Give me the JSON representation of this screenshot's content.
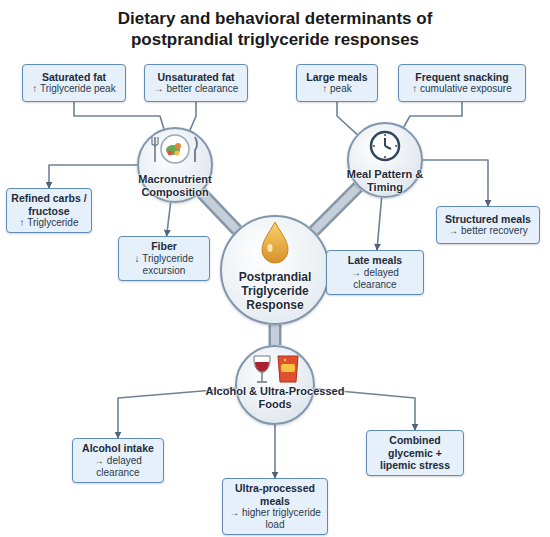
{
  "diagram": {
    "title": "Dietary and behavioral determinants of postprandial triglyceride responses",
    "nodes": [
      {
        "text": [
          "Saturated fat",
          "↑ Triglyceride peak"
        ]
      },
      {
        "text": [
          "Unsaturated fat",
          "→ better clearance"
        ]
      },
      {
        "text": [
          "Large meals",
          "↑ peak"
        ]
      },
      {
        "text": [
          "Frequent snacking",
          "↑ cumulative exposure"
        ]
      },
      {
        "text": [
          "Macronutrient Composition"
        ]
      },
      {
        "text": [
          "Meal Pattern & Timing"
        ]
      },
      {
        "text": [
          "Refined carbs / fructose",
          "↑ Triglyceride"
        ]
      },
      {
        "text": [
          "Fiber",
          "↓ Triglyceride excursion"
        ]
      },
      {
        "text": [
          "Postprandial Triglyceride Response"
        ]
      },
      {
        "text": [
          "Structured meals",
          "→ better recovery"
        ]
      },
      {
        "text": [
          "Late meals",
          "→ delayed clearance"
        ]
      },
      {
        "text": [
          "Alcohol & Ultra-Processed Foods"
        ]
      },
      {
        "text": [
          "Alcohol intake",
          "→ delayed clearance"
        ]
      },
      {
        "text": [
          "Ultra-processed meals",
          "→ higher triglyceride load"
        ]
      },
      {
        "text": [
          "Combined glycemic + lipemic stress"
        ]
      }
    ],
    "edges": [
      {
        "from": 8,
        "to": 4,
        "arrow": "none"
      },
      {
        "from": 8,
        "to": 5,
        "arrow": "none"
      },
      {
        "from": 8,
        "to": 11,
        "arrow": "none"
      },
      {
        "from": 4,
        "to": 0,
        "arrow": "none"
      },
      {
        "from": 4,
        "to": 1,
        "arrow": "none"
      },
      {
        "from": 4,
        "to": 6,
        "arrow": "to"
      },
      {
        "from": 4,
        "to": 7,
        "arrow": "to"
      },
      {
        "from": 5,
        "to": 2,
        "arrow": "none"
      },
      {
        "from": 5,
        "to": 3,
        "arrow": "none"
      },
      {
        "from": 5,
        "to": 9,
        "arrow": "to"
      },
      {
        "from": 5,
        "to": 10,
        "arrow": "to"
      },
      {
        "from": 11,
        "to": 12,
        "arrow": "to"
      },
      {
        "from": 11,
        "to": 13,
        "arrow": "to"
      },
      {
        "from": 11,
        "to": 14,
        "arrow": "to"
      }
    ]
  }
}
